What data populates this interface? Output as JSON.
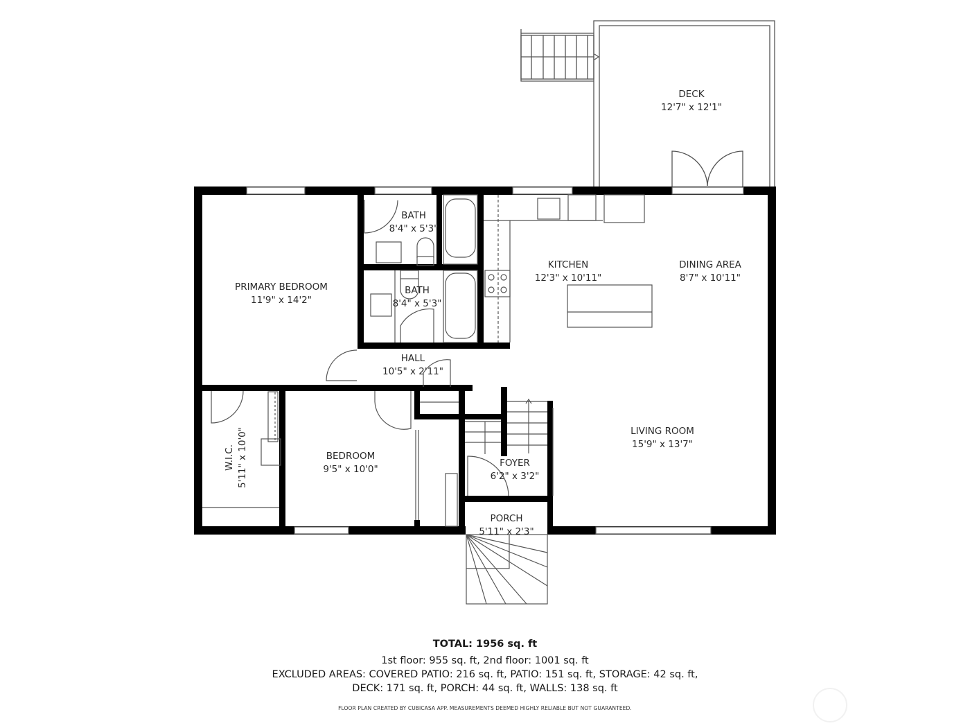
{
  "rooms": {
    "deck": {
      "name": "DECK",
      "dims": "12'7\" x 12'1\""
    },
    "bath_upper": {
      "name": "BATH",
      "dims": "8'4\" x 5'3\""
    },
    "bath_lower": {
      "name": "BATH",
      "dims": "8'4\" x 5'3\""
    },
    "primary_bedroom": {
      "name": "PRIMARY BEDROOM",
      "dims": "11'9\" x 14'2\""
    },
    "kitchen": {
      "name": "KITCHEN",
      "dims": "12'3\" x 10'11\""
    },
    "dining_area": {
      "name": "DINING AREA",
      "dims": "8'7\" x 10'11\""
    },
    "hall": {
      "name": "HALL",
      "dims": "10'5\" x 2'11\""
    },
    "wic": {
      "name": "W.I.C.",
      "dims": "5'11\" x 10'0\""
    },
    "bedroom": {
      "name": "BEDROOM",
      "dims": "9'5\" x 10'0\""
    },
    "foyer": {
      "name": "FOYER",
      "dims": "6'2\" x 3'2\""
    },
    "living_room": {
      "name": "LIVING ROOM",
      "dims": "15'9\" x 13'7\""
    },
    "porch": {
      "name": "PORCH",
      "dims": "5'11\" x 2'3\""
    }
  },
  "summary": {
    "total": "TOTAL: 1956 sq. ft",
    "floors": "1st floor: 955 sq. ft, 2nd floor: 1001 sq. ft",
    "excluded_1": "EXCLUDED AREAS: COVERED PATIO: 216 sq. ft, PATIO: 151 sq. ft, STORAGE: 42 sq. ft,",
    "excluded_2": "DECK: 171 sq. ft, PORCH: 44 sq. ft, WALLS: 138 sq. ft",
    "credit": "FLOOR PLAN CREATED BY CUBICASA APP. MEASUREMENTS DEEMED HIGHLY RELIABLE BUT NOT GUARANTEED."
  },
  "colors": {
    "wall": "#000000",
    "line": "#555555",
    "text": "#2a2a2a",
    "background": "#ffffff"
  }
}
